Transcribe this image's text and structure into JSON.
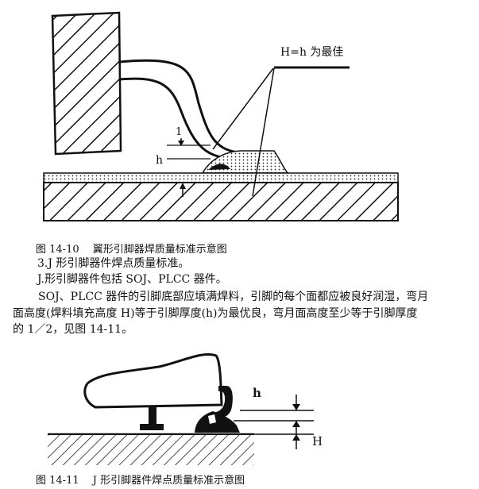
{
  "figure1": {
    "annotation": "H=h 为最佳",
    "label_small": "1",
    "label_h": "h",
    "caption": "图 14-10　 翼形引脚器焊质量标准示意图"
  },
  "text": {
    "heading": "3.J 形引脚器件焊点质量标准。",
    "line1": "J.形引脚器件包括 SOJ、PLCC 器件。",
    "para_lines": [
      "SOJ、PLCC 器件的引脚底部应填满焊料，引脚的每个面都应被良好润湿，弯月",
      "面高度(焊料填充高度 H)等于引脚厚度(h)为最优良，弯月面高度至少等于引脚厚度",
      "的 1／2，见图 14-11。"
    ]
  },
  "figure2": {
    "label_h": "h",
    "label_H": "H",
    "caption": "图 14-11　 J 形引脚器件焊点质量标准示意图"
  }
}
